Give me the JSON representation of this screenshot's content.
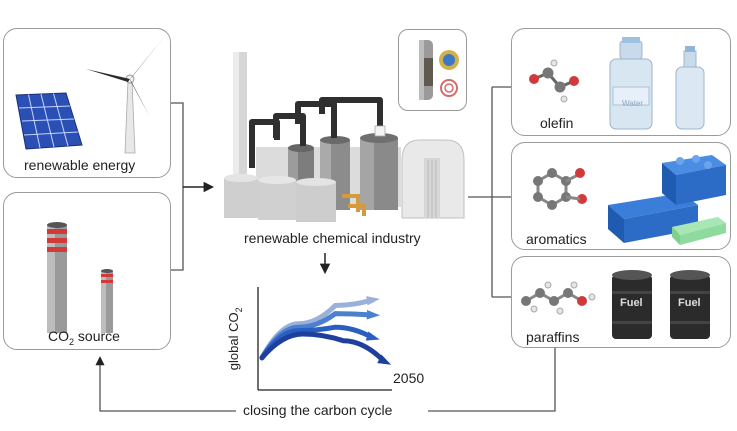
{
  "inputs": {
    "renewable_energy": "renewable energy",
    "co2_source_prefix": "CO",
    "co2_source_sub": "2",
    "co2_source_suffix": " source"
  },
  "center": {
    "industry_label": "renewable chemical industry",
    "chart_ylabel_prefix": "global CO",
    "chart_ylabel_sub": "2",
    "chart_year": "2050"
  },
  "outputs": {
    "olefin": "olefin",
    "aromatics": "aromatics",
    "paraffins": "paraffins",
    "water_bottle_label": "Water",
    "barrel_label": "Fuel"
  },
  "footer": {
    "cycle_label": "closing the carbon cycle"
  },
  "chart_data": {
    "type": "line",
    "xlabel": "2050",
    "ylabel": "global CO2",
    "series": [
      {
        "values": [
          0.15,
          0.65,
          0.92,
          1.0
        ]
      },
      {
        "values": [
          0.15,
          0.6,
          0.8,
          0.78
        ]
      },
      {
        "values": [
          0.15,
          0.55,
          0.6,
          0.45
        ]
      },
      {
        "values": [
          0.15,
          0.5,
          0.4,
          0.1
        ]
      }
    ]
  }
}
